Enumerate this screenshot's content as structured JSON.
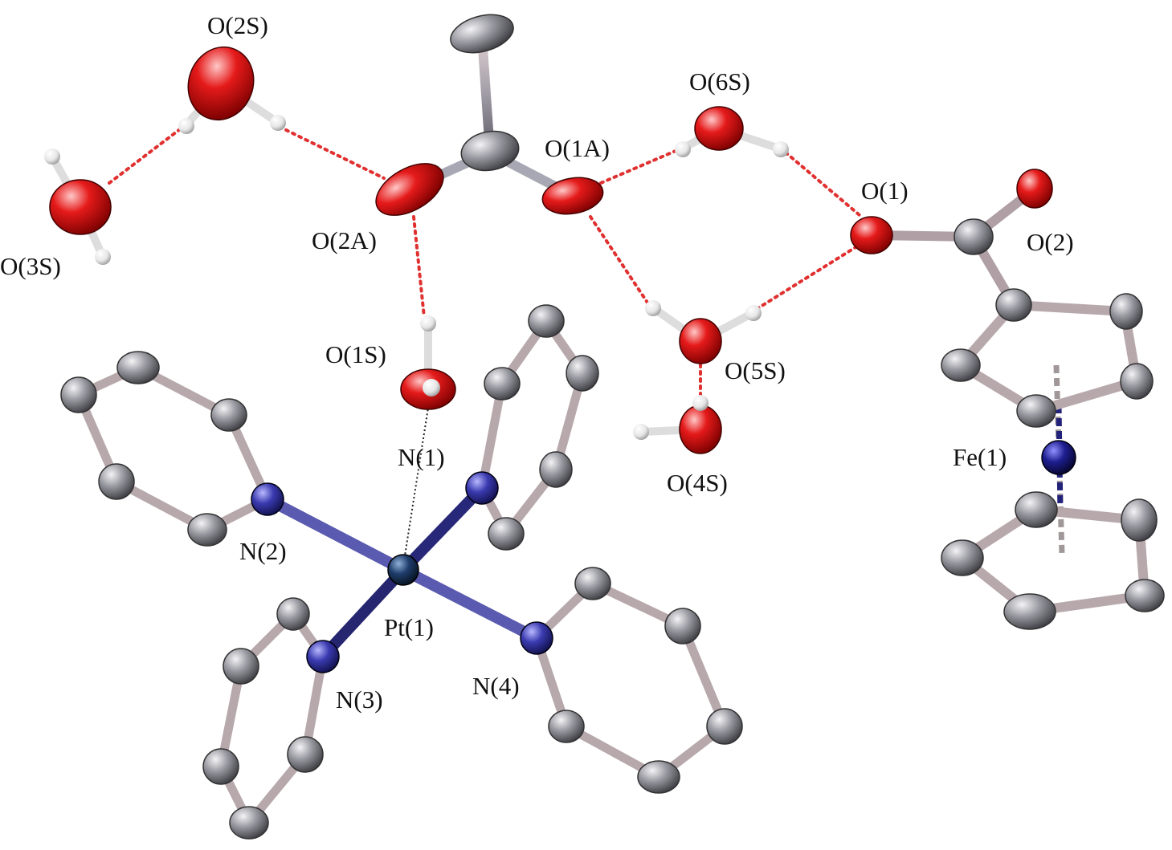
{
  "labels": {
    "o2s": "O(2S)",
    "o3s": "O(3S)",
    "o2a": "O(2A)",
    "o1a": "O(1A)",
    "o6s": "O(6S)",
    "o1": "O(1)",
    "o2": "O(2)",
    "o1s": "O(1S)",
    "o5s": "O(5S)",
    "o4s": "O(4S)",
    "n1": "N(1)",
    "n2": "N(2)",
    "n3": "N(3)",
    "n4": "N(4)",
    "pt1": "Pt(1)",
    "fe1": "Fe(1)"
  },
  "colors": {
    "oxygen": "#e01818",
    "hydrogen": "#f2f2f2",
    "carbon": "#8a8a90",
    "nitrogen": "#3a3aa8",
    "platinum": "#1f3d6b",
    "iron": "#1e1e78",
    "bond_gray": "#a8a8b4",
    "bond_pink": "#c9a6a8",
    "hbond": "#e03030"
  }
}
